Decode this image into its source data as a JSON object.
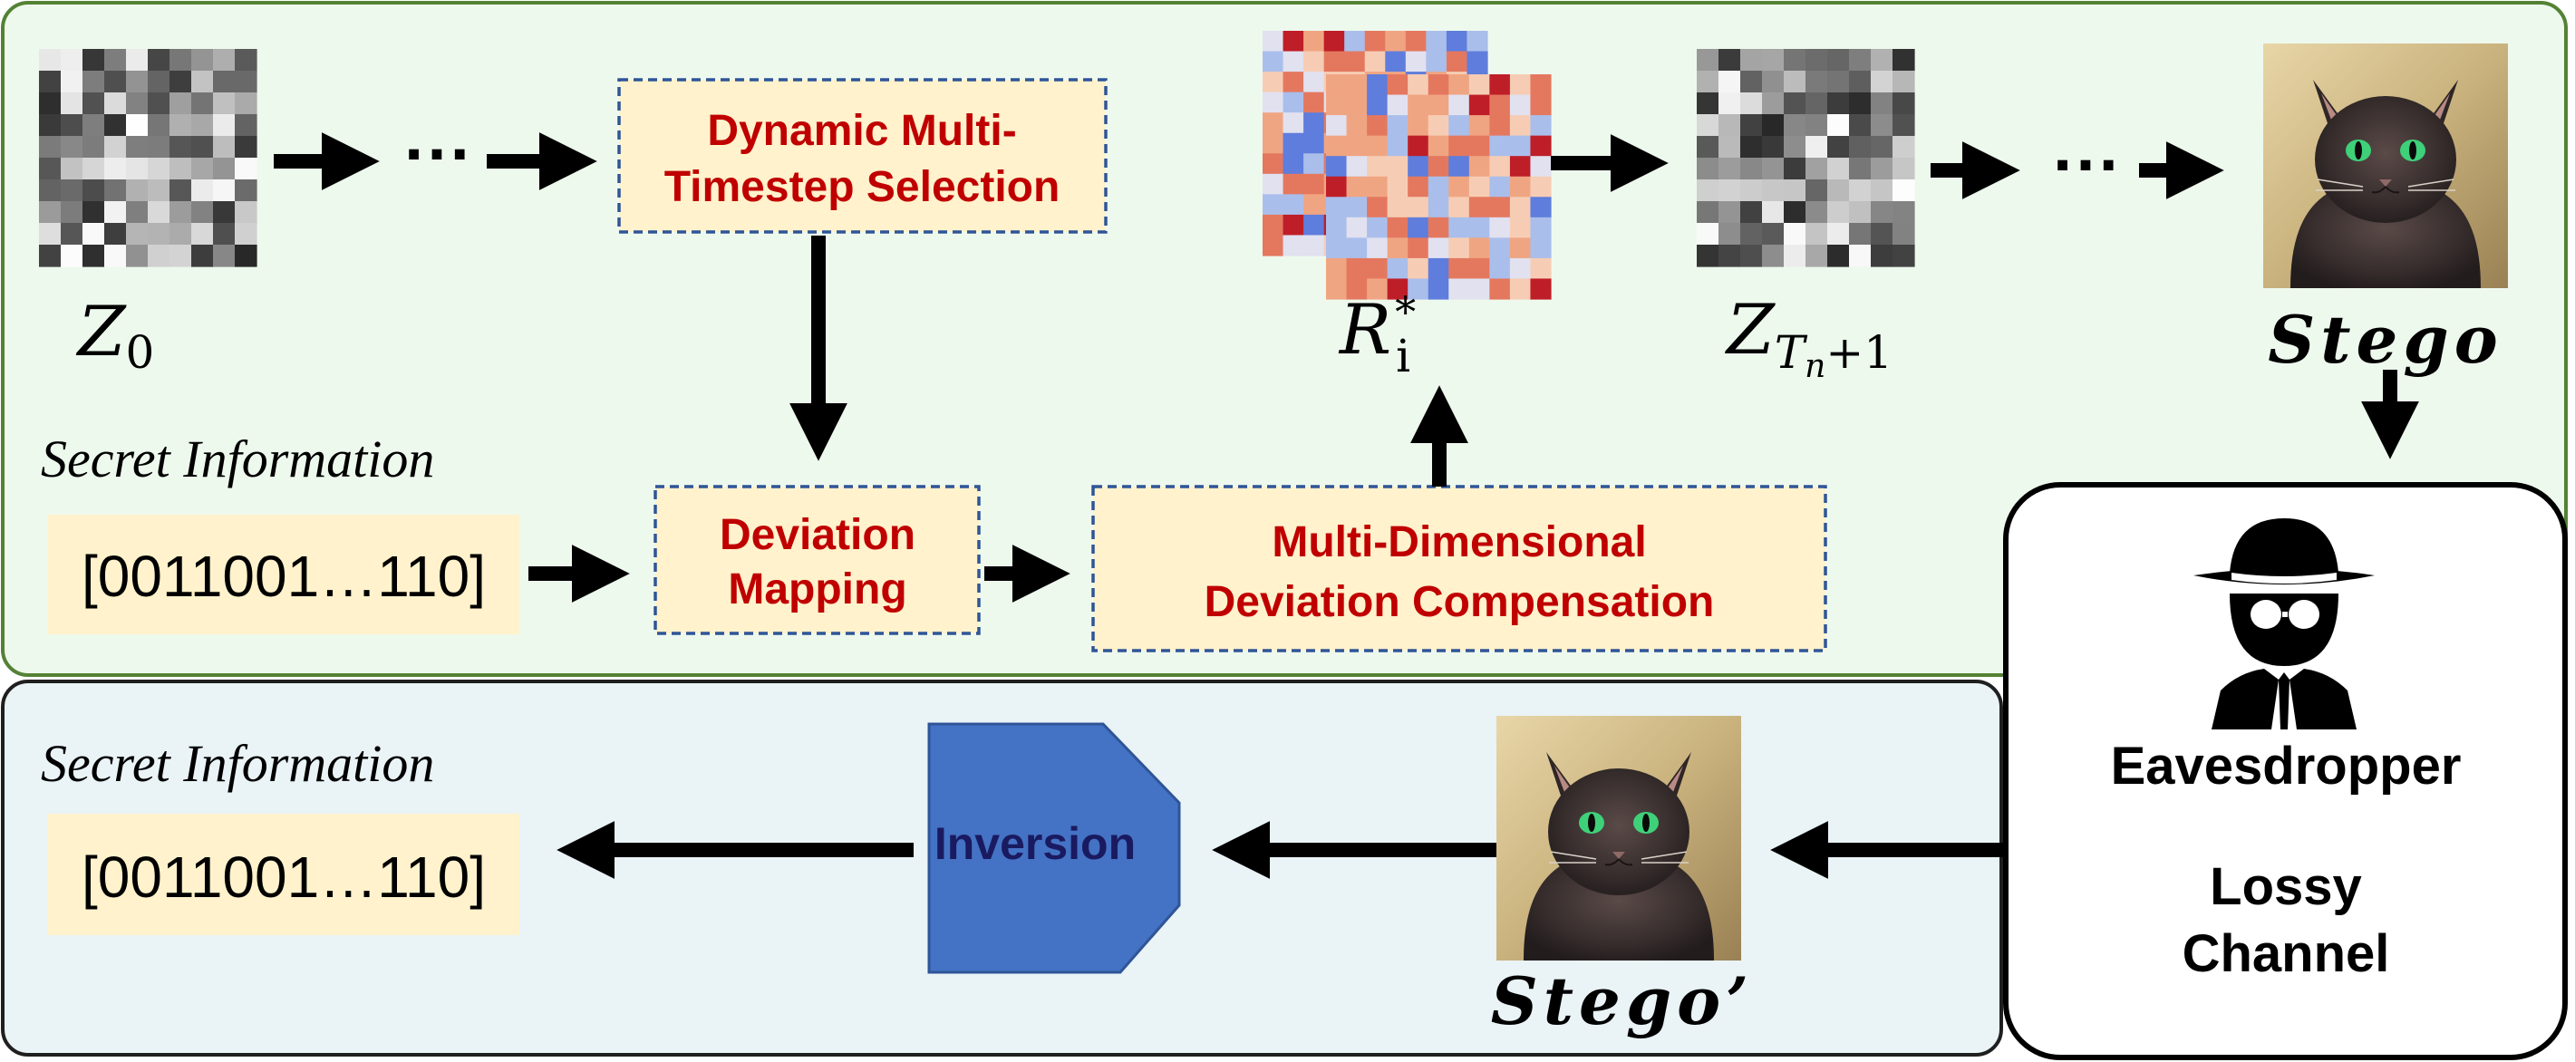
{
  "diagram": {
    "colors": {
      "encode_panel_fill": "#eef9ee",
      "encode_panel_stroke": "#548235",
      "decode_panel_fill": "#eaf3f6",
      "decode_panel_stroke": "#1f1f1f",
      "module_fill": "#fff2cc",
      "module_stroke": "#2f5597",
      "module_text": "#c00000",
      "secret_fill": "#fff2cc",
      "inversion_fill": "#4472c4",
      "inversion_text": "#1a1a60",
      "arrow": "#000000"
    },
    "labels": {
      "z0_base": "Z",
      "z0_sub": "0",
      "r_base": "R",
      "r_sub": "i",
      "r_sup": "*",
      "zt_base": "Z",
      "zt_sub1": "T",
      "zt_sub2": "n",
      "zt_sub3": "+1",
      "stego": "Stego",
      "stego_prime": "Stego’",
      "secret_info_top": "Secret Information",
      "secret_info_bottom": "Secret Information",
      "secret_bits_top": "[0011001…110]",
      "secret_bits_bottom": "[0011001…110]",
      "ellipsis_left": "···",
      "ellipsis_right": "···"
    },
    "modules": {
      "dynamic_line1": "Dynamic Multi-",
      "dynamic_line2": "Timestep Selection",
      "deviation_line1": "Deviation",
      "deviation_line2": "Mapping",
      "compensation_line1": "Multi-Dimensional",
      "compensation_line2": "Deviation Compensation",
      "inversion": "Inversion"
    },
    "channel": {
      "icon": "eavesdropper-spy-icon",
      "eavesdropper": "Eavesdropper",
      "lossy_line1": "Lossy",
      "lossy_line2": "Channel"
    },
    "images": {
      "noise_icon": "gray-noise-latent-icon",
      "heatmap_icon": "red-blue-heatmap-icon",
      "cat_icon": "black-cat-portrait-icon"
    }
  }
}
